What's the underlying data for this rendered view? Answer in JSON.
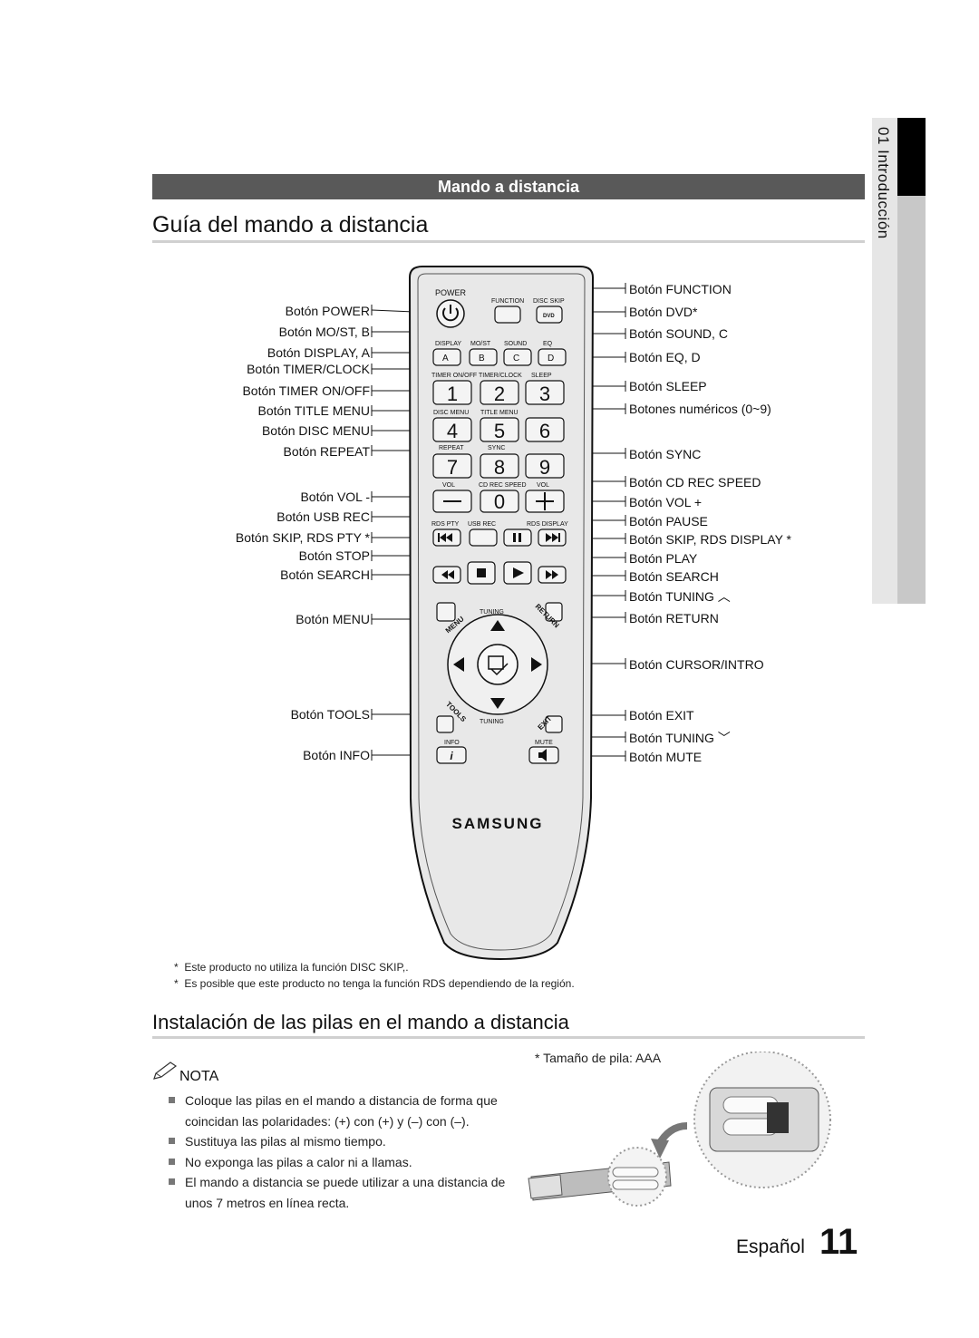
{
  "side": {
    "label": "01  Introducción"
  },
  "section": {
    "title": "Mando a distancia"
  },
  "guide": {
    "title": "Guía del mando a distancia"
  },
  "left_labels": [
    "Botón POWER",
    "Botón MO/ST, B",
    "Botón DISPLAY, A",
    "Botón TIMER/CLOCK",
    "Botón TIMER ON/OFF",
    "Botón TITLE MENU",
    "Botón DISC MENU",
    "Botón REPEAT",
    "Botón VOL -",
    "Botón USB REC",
    "Botón SKIP, RDS PTY *",
    "Botón STOP",
    "Botón SEARCH",
    "Botón MENU",
    "Botón TOOLS",
    "Botón INFO"
  ],
  "right_labels": [
    "Botón FUNCTION",
    "Botón DVD*",
    "Botón SOUND, C",
    "Botón EQ, D",
    "Botón SLEEP",
    "Botones numéricos (0~9)",
    "Botón SYNC",
    "Botón CD REC SPEED",
    "Botón VOL +",
    "Botón PAUSE",
    "Botón SKIP, RDS DISPLAY *",
    "Botón PLAY",
    "Botón SEARCH",
    "Botón TUNING",
    "Botón RETURN",
    "Botón CURSOR/INTRO",
    "Botón EXIT",
    "Botón TUNING",
    "Botón MUTE"
  ],
  "remote": {
    "power": "POWER",
    "function": "FUNCTION",
    "disc_skip": "DISC SKIP",
    "dvd": "DVD",
    "display": "DISPLAY",
    "most": "MO/ST",
    "sound": "SOUND",
    "eq": "EQ",
    "a": "A",
    "b": "B",
    "c": "C",
    "d": "D",
    "timer_onoff": "TIMER ON/OFF",
    "timer_clock": "TIMER/CLOCK",
    "sleep": "SLEEP",
    "disc_menu": "DISC MENU",
    "title_menu": "TITLE MENU",
    "repeat": "REPEAT",
    "sync": "SYNC",
    "vol": "VOL",
    "cd_rec_speed": "CD REC SPEED",
    "rds_pty": "RDS PTY",
    "usb_rec": "USB REC",
    "rds_display": "RDS DISPLAY",
    "menu": "MENU",
    "tuning": "TUNING",
    "return": "RETURN",
    "tools": "TOOLS",
    "exit": "EXIT",
    "info": "INFO",
    "mute": "MUTE",
    "brand": "SAMSUNG",
    "digits": [
      "1",
      "2",
      "3",
      "4",
      "5",
      "6",
      "7",
      "8",
      "9",
      "0"
    ]
  },
  "footnotes": [
    "Este producto no utiliza la función DISC SKIP,.",
    "Es posible que este producto no tenga la función RDS dependiendo de la región."
  ],
  "batteries": {
    "title": "Instalación de las pilas en el mando a distancia",
    "nota": "NOTA",
    "size": "* Tamaño de pila: AAA",
    "notes": [
      "Coloque las pilas en el mando a distancia de forma que coincidan las polaridades: (+) con (+) y (–) con (–).",
      "Sustituya las pilas al mismo tiempo.",
      "No exponga las pilas a calor ni a llamas.",
      "El mando a distancia se puede utilizar a una distancia de unos 7 metros en línea recta."
    ]
  },
  "footer": {
    "language": "Español",
    "page": "11"
  }
}
